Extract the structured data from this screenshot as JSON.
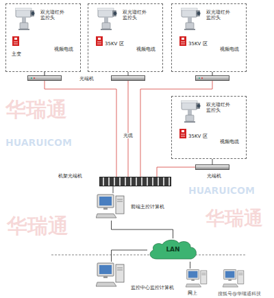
{
  "diagram": {
    "nodes": [
      {
        "text": [
          "双光谱红外监控头",
          "主变",
          "视频电缆"
        ]
      },
      {
        "text": [
          "双光谱红外监控头",
          "35KV 区",
          "视频电缆"
        ]
      },
      {
        "text": [
          "双光谱红外监控头",
          "35KV 区",
          "视频电缆"
        ]
      },
      {
        "text": [
          "双光谱红外监控头",
          "35KV 区",
          "视频电缆"
        ]
      },
      {
        "text": [
          "光端机"
        ]
      },
      {
        "text": [
          "光端机"
        ]
      },
      {
        "text": [
          "机架光端机"
        ]
      },
      {
        "text": [
          "前端主控计算机"
        ]
      },
      {
        "text": [
          "LAN"
        ]
      },
      {
        "text": [
          "监控中心监控计算机"
        ]
      },
      {
        "text": [
          "网上"
        ]
      }
    ],
    "edges": [
      {
        "from": 1,
        "to": 4,
        "arrow": "none"
      },
      {
        "from": 3,
        "to": 5,
        "arrow": "none"
      },
      {
        "from": 4,
        "to": 6,
        "label": "光缆",
        "arrow": "none"
      },
      {
        "from": 5,
        "to": 6,
        "arrow": "none"
      },
      {
        "from": 6,
        "to": 7,
        "arrow": "none"
      },
      {
        "from": 7,
        "to": 8,
        "arrow": "none"
      },
      {
        "from": 8,
        "to": 9,
        "arrow": "none"
      },
      {
        "from": 8,
        "to": 10,
        "arrow": "none"
      }
    ],
    "labels": [
      "华瑞通",
      "HUARUICOM",
      "华瑞通",
      "HUARUICOM",
      "华瑞通",
      "搜狐号@华瑞通科技"
    ]
  }
}
